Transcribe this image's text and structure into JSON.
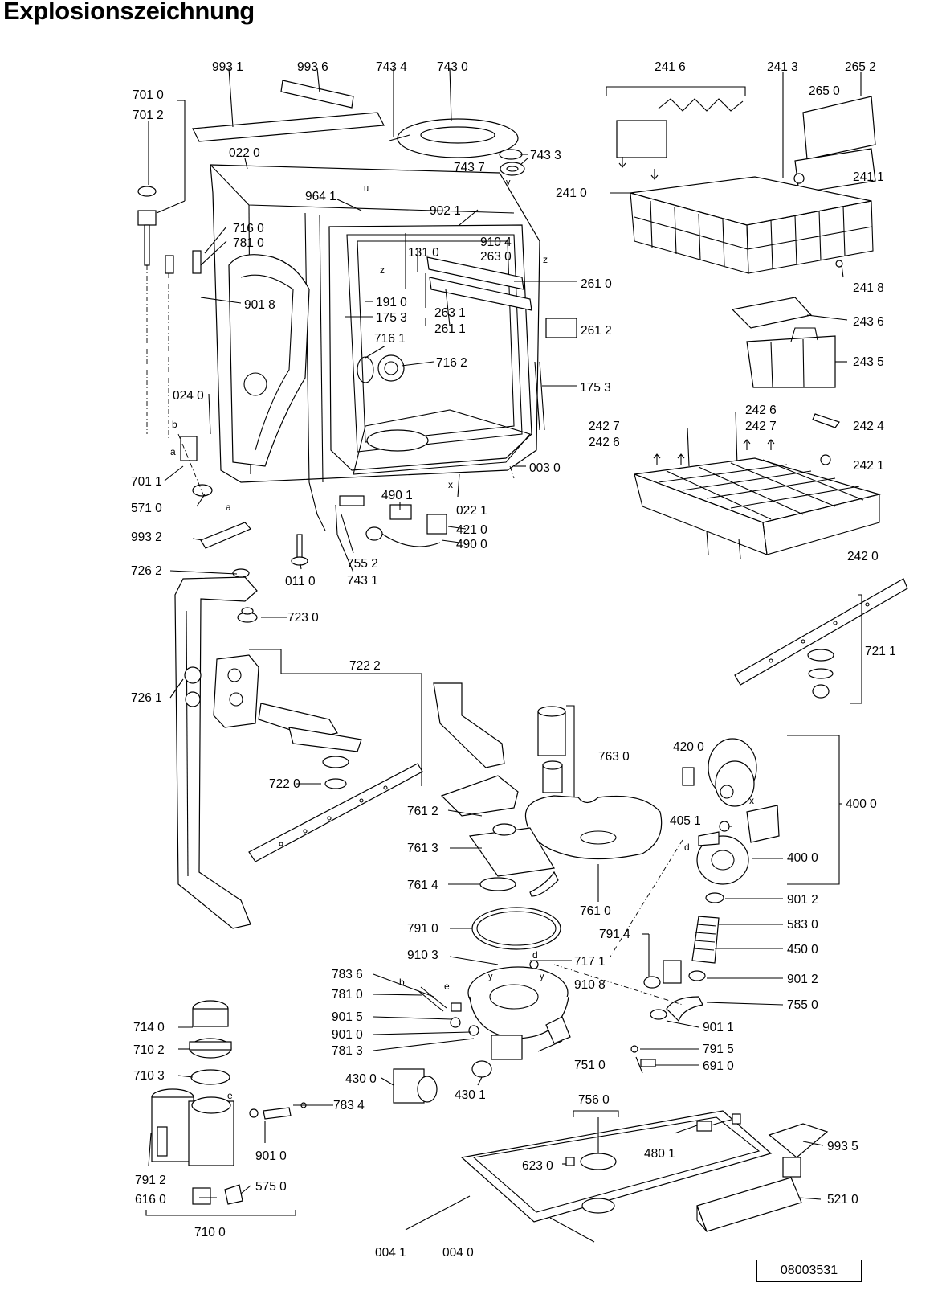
{
  "title": "Explosionszeichnung",
  "document_number": "08003531",
  "callouts": {
    "c9931": "993 1",
    "c9936": "993 6",
    "c7434": "743 4",
    "c7430": "743 0",
    "c2416": "241 6",
    "c2413": "241 3",
    "c2652": "265 2",
    "c2650": "265 0",
    "c7010": "701 0",
    "c7012": "701 2",
    "c0220": "022 0",
    "c7433": "743 3",
    "c7437": "743 7",
    "c9641": "964 1",
    "c9021": "902 1",
    "c2410": "241 0",
    "c2411": "241 1",
    "c7160": "716 0",
    "c7810": "781 0",
    "c9104": "910 4",
    "c1310": "131 0",
    "c2630": "263 0",
    "c2610": "261 0",
    "c2418": "241 8",
    "c9018": "901 8",
    "c1910": "191 0",
    "c1753a": "175 3",
    "c2631": "263 1",
    "c2611": "261 1",
    "c2612": "261 2",
    "c2436": "243 6",
    "c7161": "716 1",
    "c7162": "716 2",
    "c2435": "243 5",
    "c1753b": "175 3",
    "c0240": "024 0",
    "c2426a": "242 6",
    "c2427a": "242 7",
    "c2427b": "242 7",
    "c2424": "242 4",
    "c2426b": "242 6",
    "c0030": "003 0",
    "c2421": "242 1",
    "c7011": "701 1",
    "c4901": "490 1",
    "c0221": "022 1",
    "c5710": "571 0",
    "c4210": "421 0",
    "c9932": "993 2",
    "c4900": "490 0",
    "c2420": "242 0",
    "c7552": "755 2",
    "c7262": "726 2",
    "c0110": "011 0",
    "c7431": "743 1",
    "c7230": "723 0",
    "c7222": "722 2",
    "c7211": "721 1",
    "c7261": "726 1",
    "c7630": "763 0",
    "c4200": "420 0",
    "c7220": "722 0",
    "c4000a": "400 0",
    "c7612": "761 2",
    "c4051": "405 1",
    "c7613": "761 3",
    "c4000b": "400 0",
    "c7614": "761 4",
    "c9012a": "901 2",
    "c7610": "761 0",
    "c5830": "583 0",
    "c7910": "791 0",
    "c7914": "791 4",
    "c4500": "450 0",
    "c9103": "910 3",
    "c7171": "717 1",
    "c7836": "783 6",
    "c9108": "910 8",
    "c9012b": "901 2",
    "c7810b": "781 0",
    "c7550": "755 0",
    "c9015": "901 5",
    "c9011": "901 1",
    "c9010": "901 0",
    "c7813": "781 3",
    "c7915": "791 5",
    "c7510": "751 0",
    "c6910": "691 0",
    "c7140": "714 0",
    "c7102": "710 2",
    "c7103": "710 3",
    "c4300": "430 0",
    "c4301": "430 1",
    "c7560": "756 0",
    "c7834": "783 4",
    "c9010b": "901 0",
    "c4801": "480 1",
    "c6230": "623 0",
    "c9935": "993 5",
    "c7912": "791 2",
    "c5750": "575 0",
    "c6160": "616 0",
    "c5210": "521 0",
    "c7100": "710 0",
    "c0041": "004 1",
    "c0040": "004 0"
  },
  "letters": {
    "a1": "a",
    "b1": "b",
    "a2": "a",
    "b2": "b",
    "d1": "d",
    "d2": "d",
    "e1": "e",
    "e2": "e",
    "x1": "x",
    "x2": "x",
    "z1": "z",
    "z2": "z",
    "u1": "u",
    "v1": "v",
    "y1": "y",
    "y2": "y"
  }
}
